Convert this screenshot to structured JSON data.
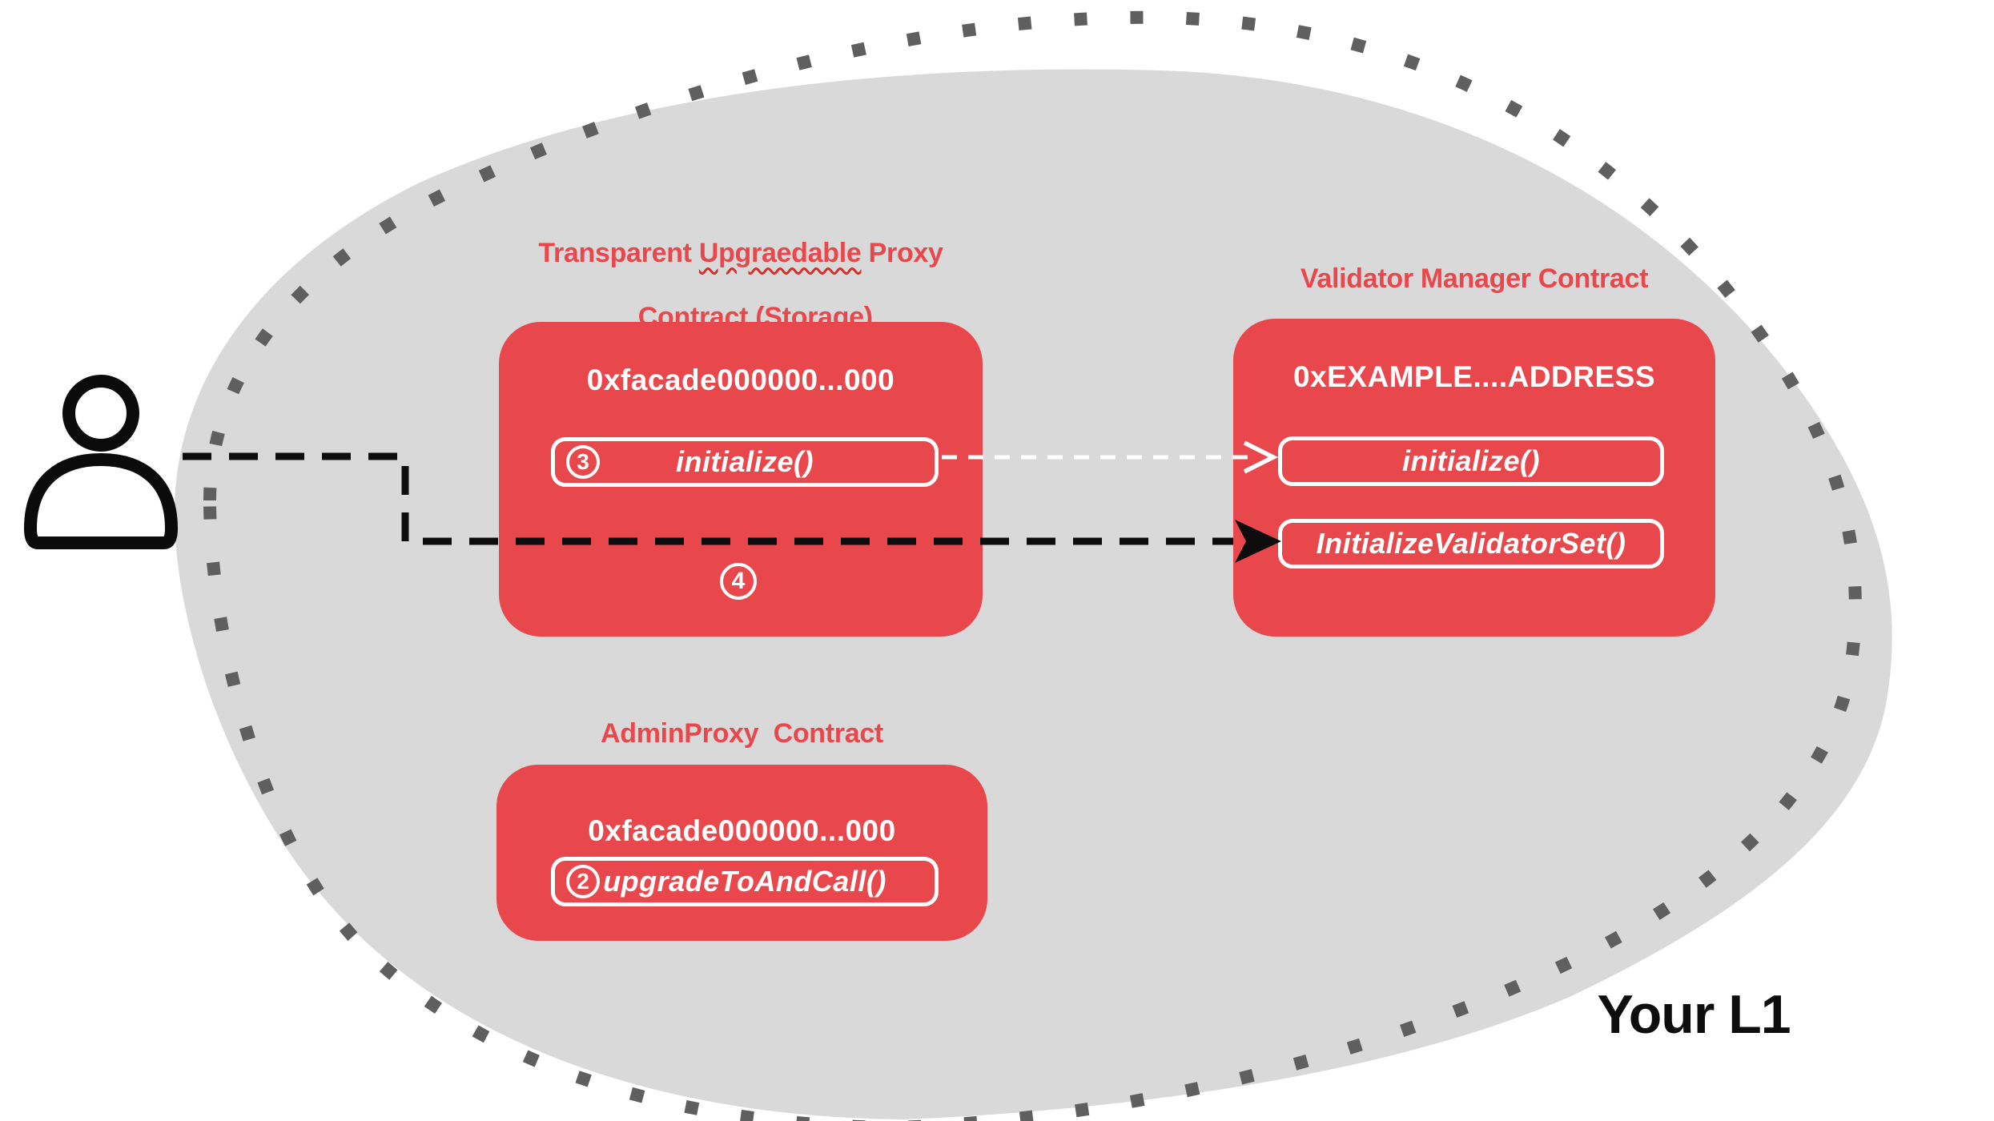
{
  "region": {
    "label": "Your L1"
  },
  "colors": {
    "accent_red": "#e8474b",
    "l1_fill": "#d9d9d9",
    "l1_dotted_border": "#5f5f5f",
    "line_black": "#0d0d0d",
    "text_on_red": "#ffffff"
  },
  "proxy_contract": {
    "title_prefix": "Transparent ",
    "title_misspelled": "Upgraedable",
    "title_suffix": " Proxy",
    "title_line2": "Contract (Storage)",
    "address": "0xfacade000000...000",
    "method": "initialize()",
    "method_step": "3",
    "delegate_step": "4"
  },
  "validator_contract": {
    "title": "Validator Manager Contract",
    "address": "0xEXAMPLE....ADDRESS",
    "methods": [
      "initialize()",
      "InitializeValidatorSet()"
    ]
  },
  "admin_contract": {
    "title": "AdminProxy  Contract",
    "address": "0xfacade000000...000",
    "method": "upgradeToAndCall()",
    "method_step": "2"
  }
}
